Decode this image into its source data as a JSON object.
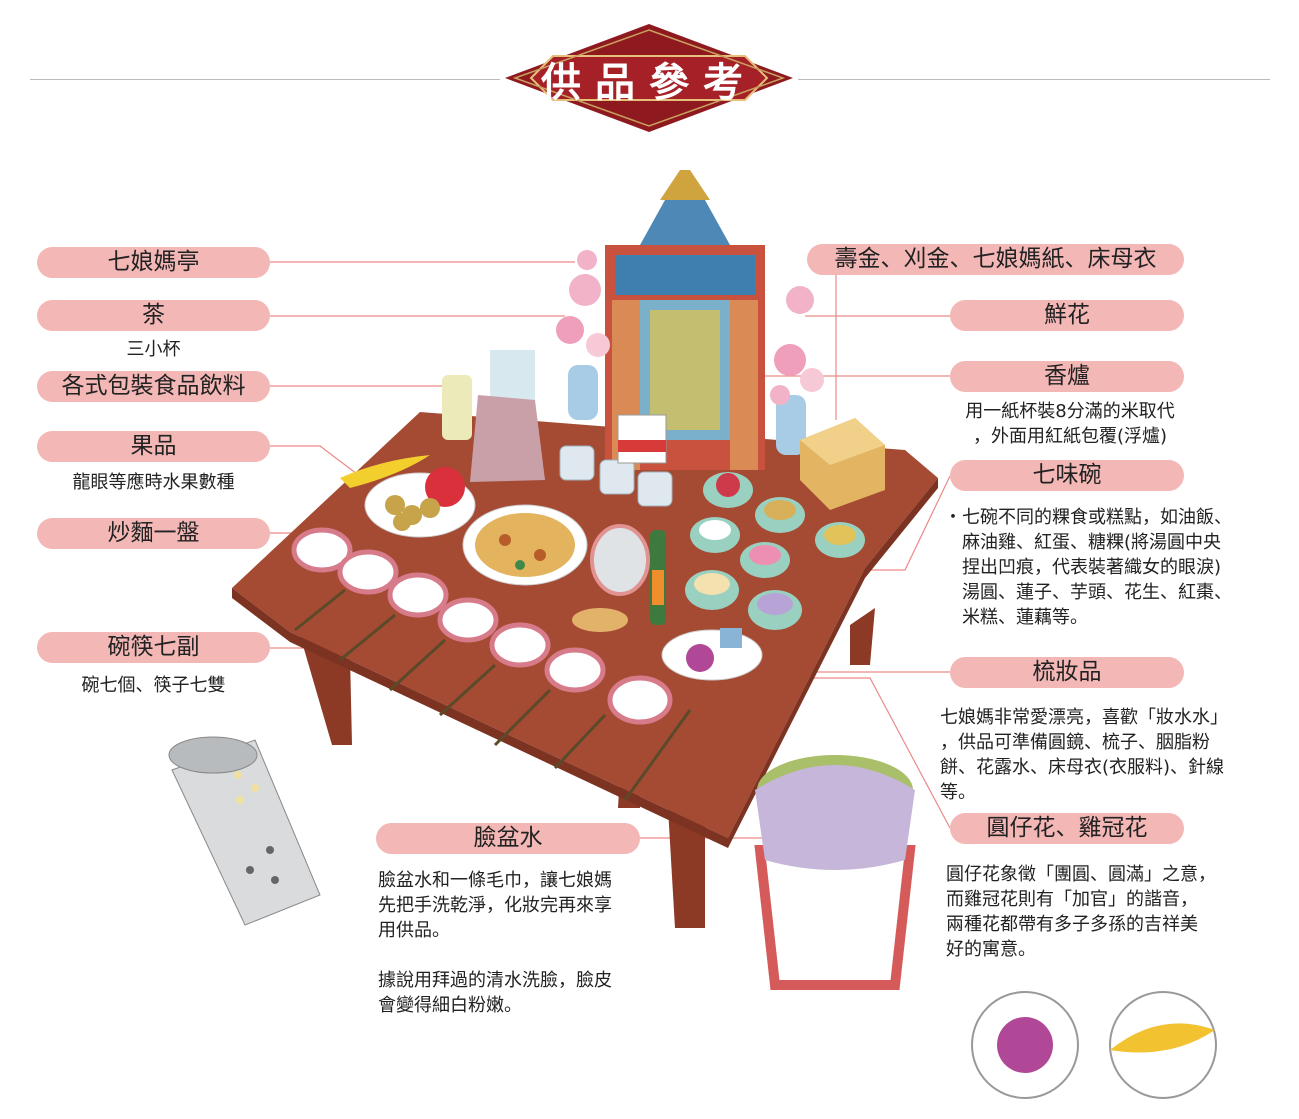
{
  "title": "供品參考",
  "colors": {
    "label_bg": "#f3b7b6",
    "banner": "#8e1a1f",
    "table": "#a54a33",
    "leader": "#e98a88"
  },
  "labels": {
    "qiniangma_pavilion": "七娘媽亭",
    "tea": "茶",
    "tea_note": "三小杯",
    "packaged_food": "各式包裝食品飲料",
    "fruit": "果品",
    "fruit_note": "龍眼等應時水果數種",
    "fried_noodles": "炒麵一盤",
    "bowls_chopsticks": "碗筷七副",
    "bowls_chopsticks_note": "碗七個、筷子七雙",
    "wash_basin": "臉盆水",
    "wash_basin_note": "臉盆水和一條毛巾，讓七娘媽\n先把手洗乾淨，化妝完再來享\n用供品。\n\n據說用拜過的清水洗臉，臉皮\n會變得細白粉嫩。",
    "paper_offerings": "壽金、刈金、七娘媽紙、床母衣",
    "flowers": "鮮花",
    "incense_burner": "香爐",
    "incense_burner_note": "用一紙杯裝8分滿的米取代\n，外面用紅紙包覆(浮爐)",
    "seven_bowls": "七味碗",
    "seven_bowls_note": "・七碗不同的粿食或糕點，如油飯、\n　麻油雞、紅蛋、糖粿(將湯圓中央\n　捏出凹痕，代表裝著織女的眼淚)\n　湯圓、蓮子、芋頭、花生、紅棗、\n　米糕、蓮藕等。",
    "cosmetics": "梳妝品",
    "cosmetics_note": "七娘媽非常愛漂亮，喜歡「妝水水」\n，供品可準備圓鏡、梳子、胭脂粉\n餅、花露水、床母衣(衣服料)、針線\n等。",
    "globe_cockscomb": "圓仔花、雞冠花",
    "globe_cockscomb_note": "圓仔花象徵「團圓、圓滿」之意，\n而雞冠花則有「加官」的諧音，\n兩種花都帶有多子多孫的吉祥美\n好的寓意。"
  }
}
